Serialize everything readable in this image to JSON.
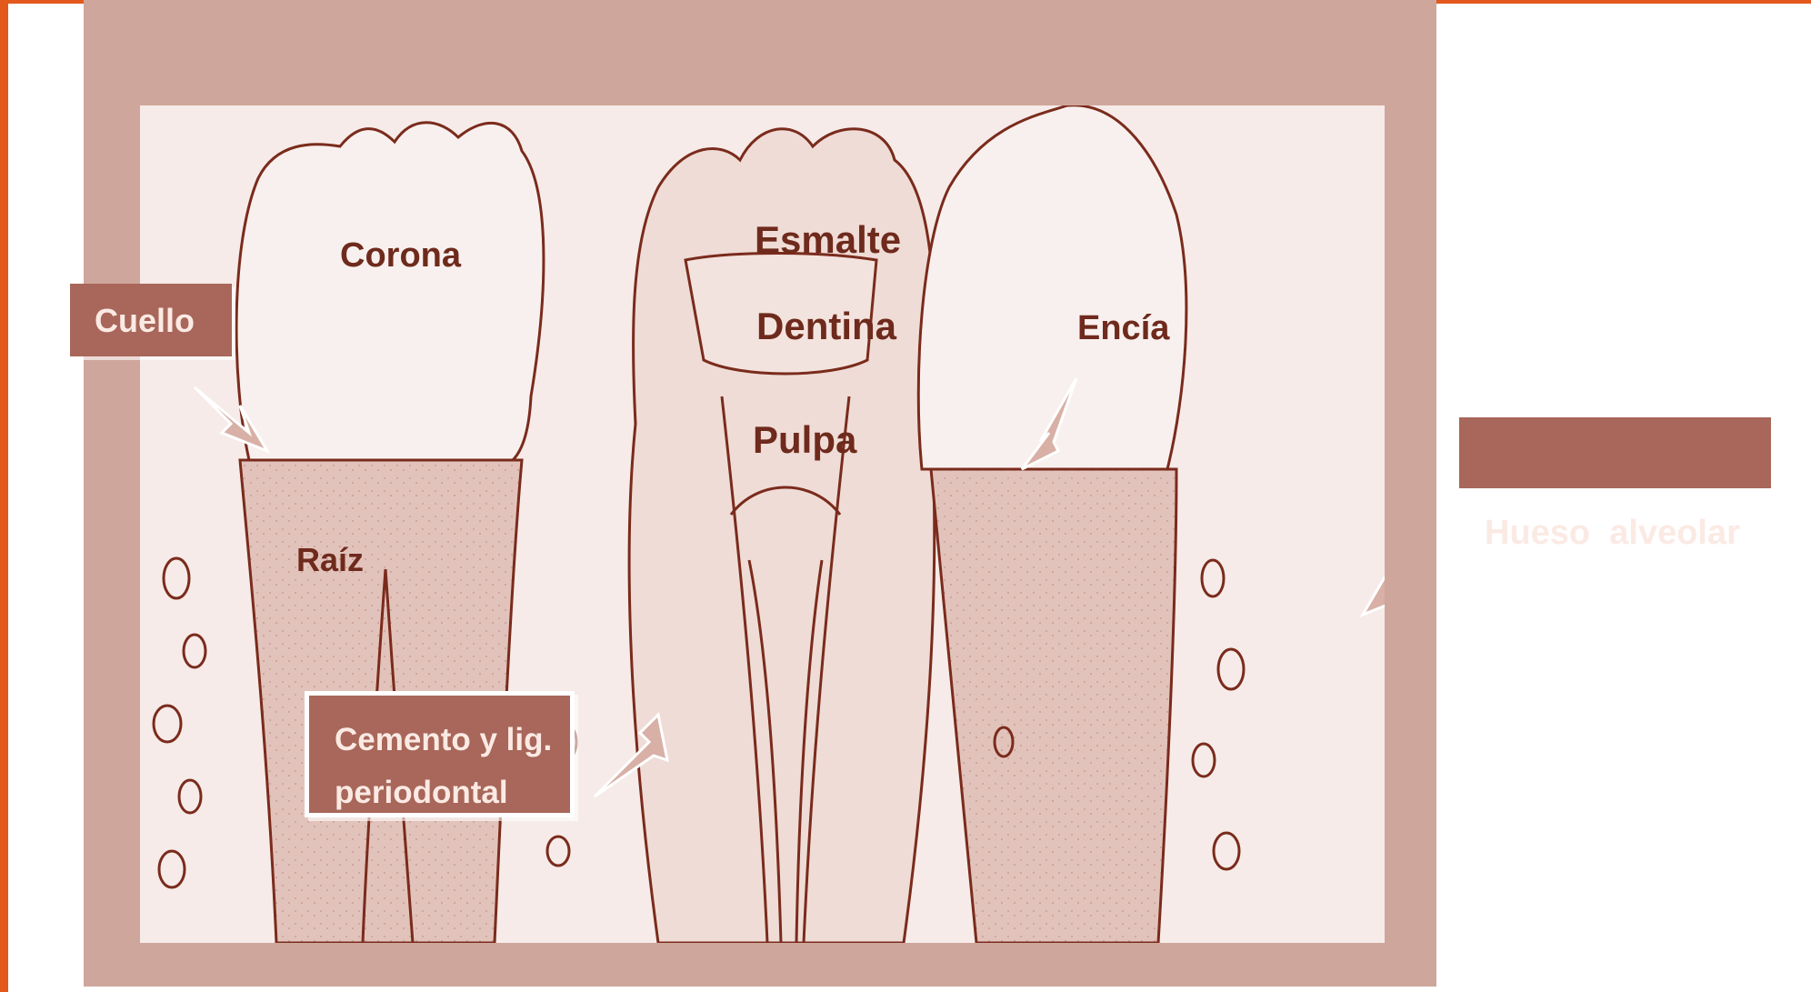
{
  "colors": {
    "frame": "#cfa69c",
    "paper": "#f6ebe8",
    "ink": "#7a2b1c",
    "label_box": "#a8675a",
    "label_text_dark": "#6e2a1c",
    "accent_orange": "#e3591c"
  },
  "labels": {
    "corona": "Corona",
    "cuello": "Cuello",
    "esmalte": "Esmalte",
    "dentina": "Dentina",
    "pulpa": "Pulpa",
    "encia": "Encía",
    "raiz": "Raíz",
    "hueso_alveolar": "Hueso  alveolar",
    "cemento_line1": "Cemento y lig.",
    "cemento_line2": "periodontal"
  }
}
